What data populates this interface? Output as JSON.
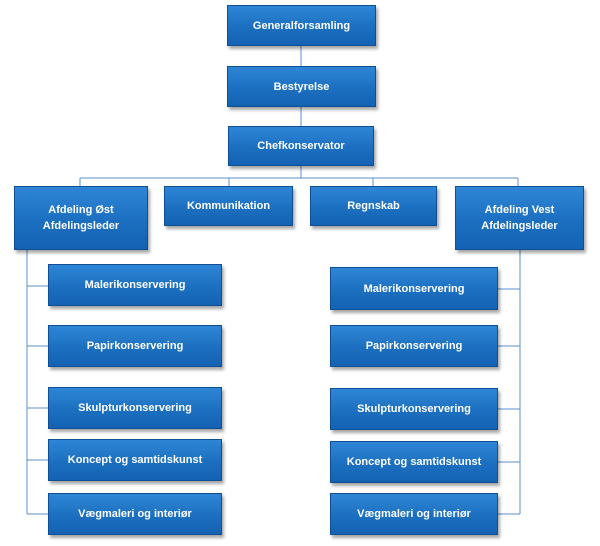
{
  "colors": {
    "box": "#1c6fc0",
    "connector": "#5b8fcf",
    "text": "#ffffff"
  },
  "top": {
    "assembly": "Generalforsamling",
    "board": "Bestyrelse",
    "chief": "Chefkonservator"
  },
  "middle": {
    "east": "Afdeling Øst\nAfdelingsleder",
    "communication": "Kommunikation",
    "accounting": "Regnskab",
    "west": "Afdeling Vest\nAfdelingsleder"
  },
  "east_units": [
    "Malerikonservering",
    "Papirkonservering",
    "Skulpturkonservering",
    "Koncept og samtidskunst",
    "Vægmaleri og interiør"
  ],
  "west_units": [
    "Malerikonservering",
    "Papirkonservering",
    "Skulpturkonservering",
    "Koncept og samtidskunst",
    "Vægmaleri og interiør"
  ]
}
